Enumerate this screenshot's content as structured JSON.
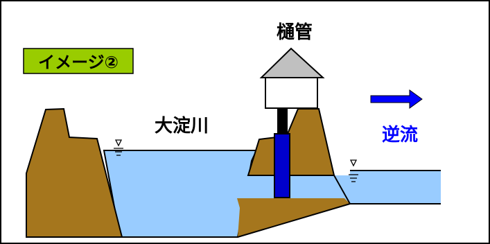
{
  "title_badge": "イメージ②",
  "labels": {
    "gate": "樋管",
    "river": "大淀川",
    "flow": "逆流"
  },
  "colors": {
    "badge_fill": "#99cc00",
    "soil": "#a5761d",
    "water": "#99ccff",
    "gate_blue": "#0000cc",
    "flow_text": "#0000ff",
    "roof": "#c0c0c0",
    "border": "#000000"
  }
}
